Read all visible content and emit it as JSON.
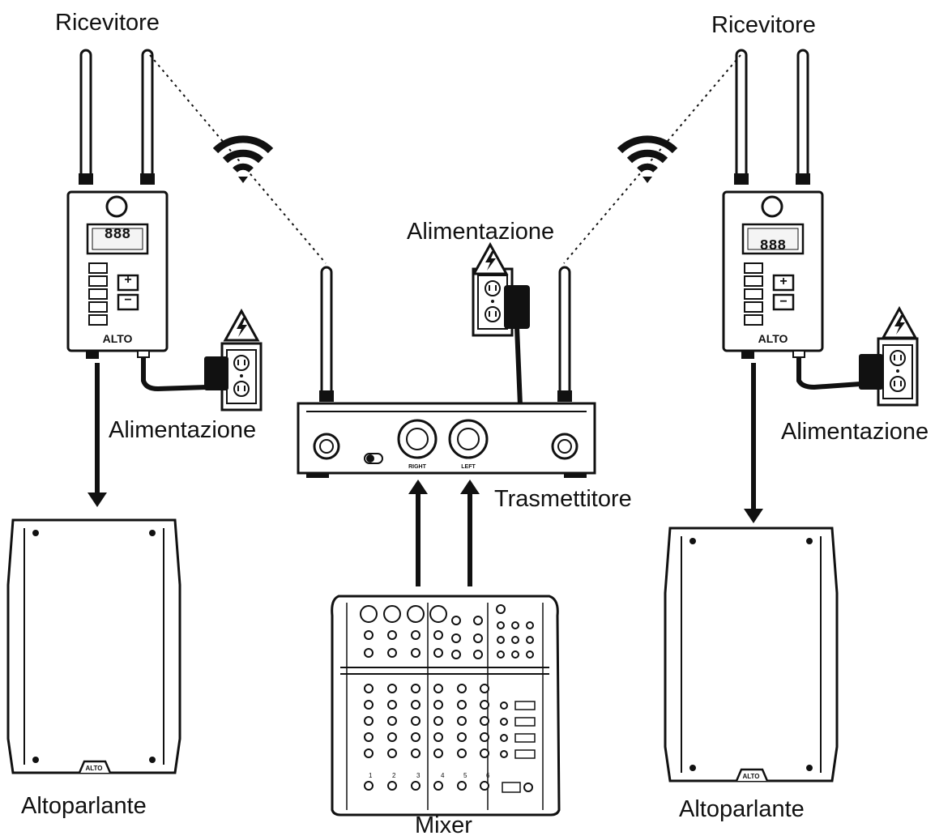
{
  "labels": {
    "receiver_left": "Ricevitore",
    "receiver_right": "Ricevitore",
    "power_left": "Alimentazione",
    "power_center": "Alimentazione",
    "power_right": "Alimentazione",
    "transmitter": "Trasmettitore",
    "speaker_left": "Altoparlante",
    "speaker_right": "Altoparlante",
    "mixer": "Mixer"
  },
  "device_text": {
    "receiver_brand": "ALTO",
    "receiver_display": "888",
    "receiver_plus": "+",
    "receiver_minus": "−",
    "tx_right": "RIGHT",
    "tx_left": "LEFT",
    "speaker_brand": "ALTO",
    "mixer_channels": [
      "1",
      "2",
      "3",
      "4",
      "5",
      "6"
    ]
  },
  "icons": {
    "wifi": "wifi-signal-icon",
    "hazard": "high-voltage-warning-icon",
    "outlet": "power-outlet-icon"
  },
  "colors": {
    "line": "#111111",
    "fill": "#ffffff",
    "shade": "#dcdcdc"
  }
}
